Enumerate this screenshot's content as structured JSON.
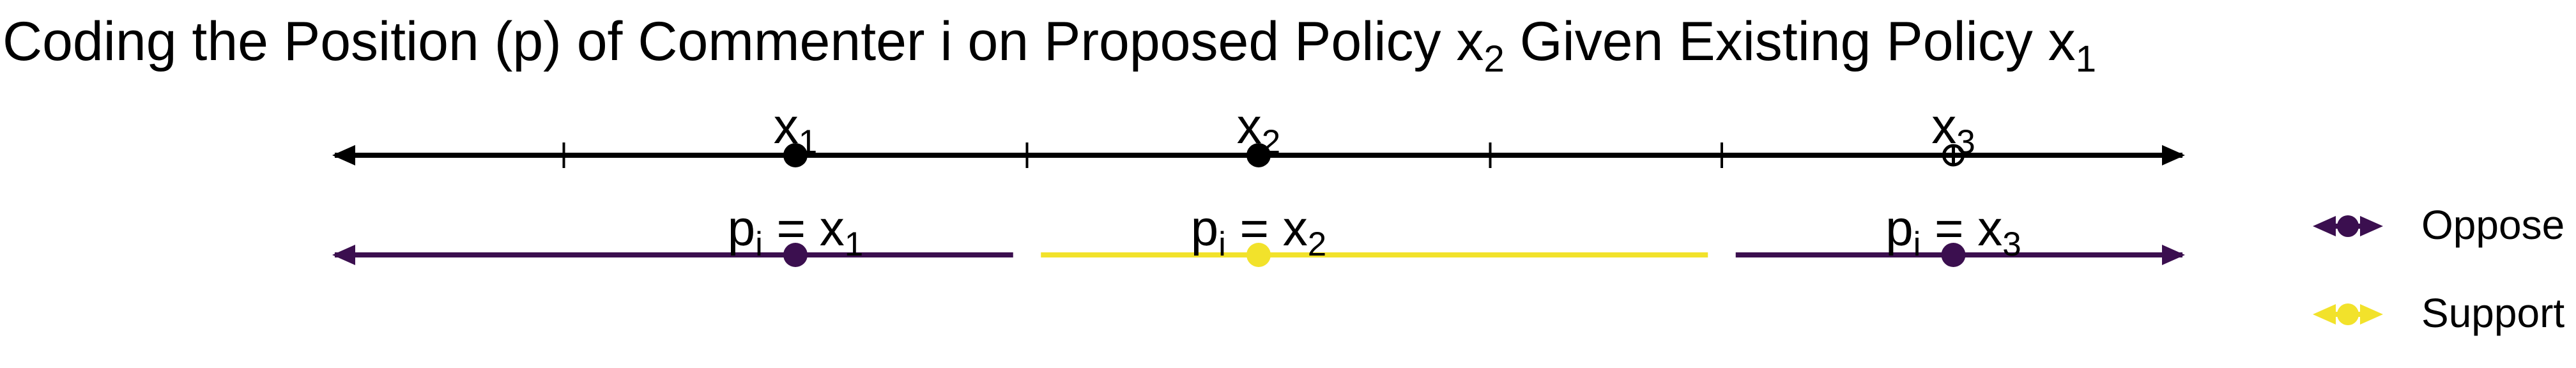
{
  "title": {
    "prefix": "Coding the Position (p) of Commenter i on Proposed Policy x",
    "sub_a": "2",
    "middle": " Given Existing Policy x",
    "sub_b": "1"
  },
  "colors": {
    "axis": "#000000",
    "oppose": "#3b0f4f",
    "support": "#f2e22b"
  },
  "top_axis": {
    "x_range": [
      0,
      4
    ],
    "ticks": [
      0.5,
      1.5,
      2.5,
      3.0
    ],
    "points": [
      {
        "base": "x",
        "sub": "1",
        "x": 1.0,
        "marker": "filled"
      },
      {
        "base": "x",
        "sub": "2",
        "x": 2.0,
        "marker": "filled"
      },
      {
        "base": "x",
        "sub": "3",
        "x": 3.5,
        "marker": "open-cross"
      }
    ]
  },
  "bottom_axis": {
    "segments": [
      {
        "from": 0,
        "to": 1.47,
        "group": "oppose",
        "arrow_left": true,
        "arrow_right": false
      },
      {
        "from": 1.53,
        "to": 2.97,
        "group": "support",
        "arrow_left": false,
        "arrow_right": false
      },
      {
        "from": 3.03,
        "to": 4,
        "group": "oppose",
        "arrow_left": false,
        "arrow_right": true
      }
    ],
    "points": [
      {
        "p": "p",
        "p_sub": "i",
        "eq": " = ",
        "base": "x",
        "sub": "1",
        "x": 1.0,
        "group": "oppose"
      },
      {
        "p": "p",
        "p_sub": "i",
        "eq": " = ",
        "base": "x",
        "sub": "2",
        "x": 2.0,
        "group": "support"
      },
      {
        "p": "p",
        "p_sub": "i",
        "eq": " = ",
        "base": "x",
        "sub": "3",
        "x": 3.5,
        "group": "oppose"
      }
    ]
  },
  "legend": [
    {
      "label": "Oppose",
      "group": "oppose"
    },
    {
      "label": "Support",
      "group": "support"
    }
  ]
}
